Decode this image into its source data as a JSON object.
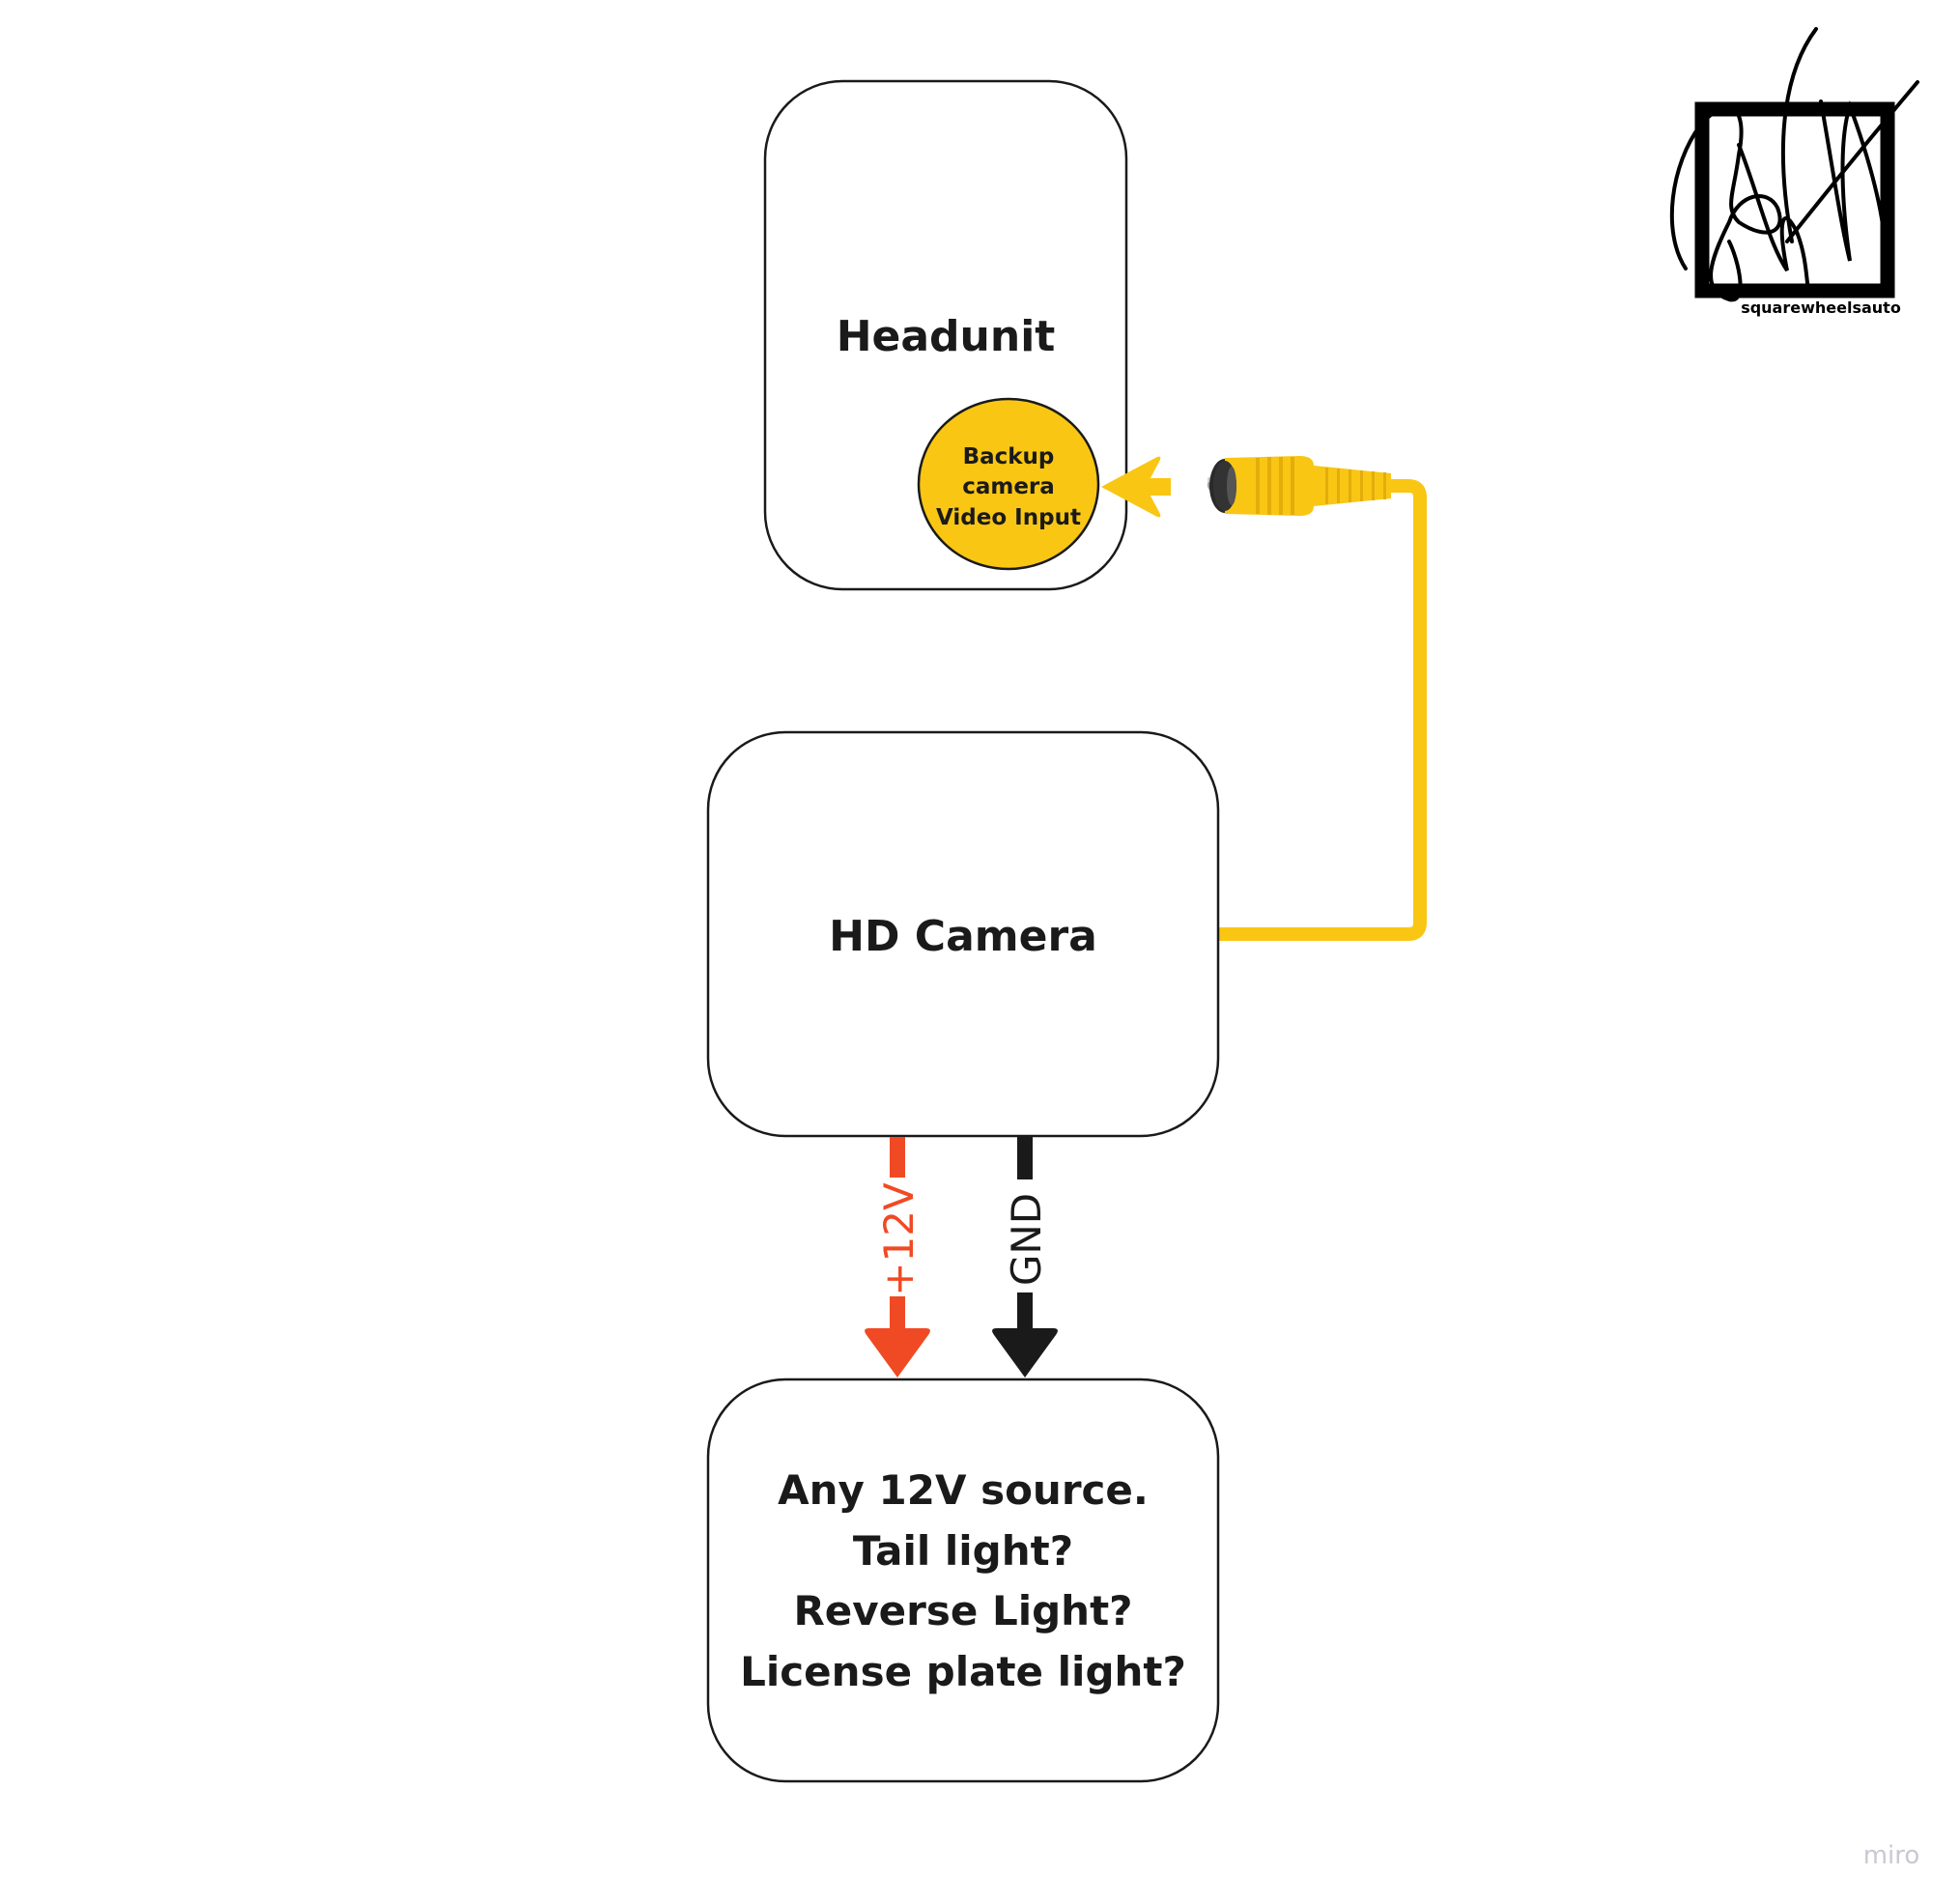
{
  "diagram": {
    "headunit": {
      "label": "Headunit"
    },
    "video_input": {
      "lines": [
        "Backup",
        "camera",
        "Video Input"
      ]
    },
    "camera": {
      "label": "HD Camera"
    },
    "power_source": {
      "lines": [
        "Any 12V source.",
        "Tail light?",
        "Reverse Light?",
        "License plate light?"
      ]
    },
    "wires": {
      "power": {
        "label": "+12V",
        "color": "#f04a24"
      },
      "ground": {
        "label": "GND",
        "color": "#1a1a1a"
      },
      "video": {
        "color": "#f9c614"
      }
    }
  },
  "logo": {
    "text": "squarewheelsauto"
  },
  "watermark": {
    "text": "miro"
  }
}
